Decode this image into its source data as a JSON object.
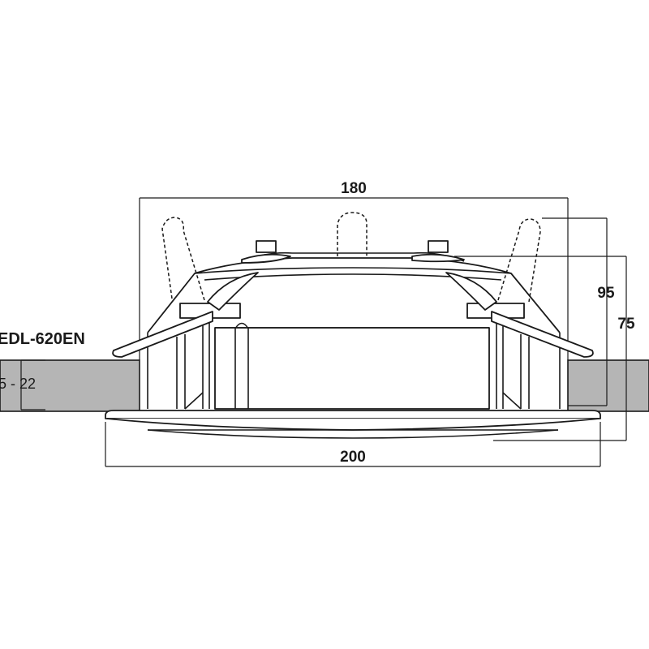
{
  "model_label": "EDL-620EN",
  "dimensions": {
    "top_width": "180",
    "bottom_width": "200",
    "height_total": "95",
    "height_mount": "75",
    "ceiling_thickness": "5 - 22"
  },
  "colors": {
    "ceiling_fill": "#b5b5b5",
    "line": "#1a1a1a",
    "background": "#ffffff"
  }
}
